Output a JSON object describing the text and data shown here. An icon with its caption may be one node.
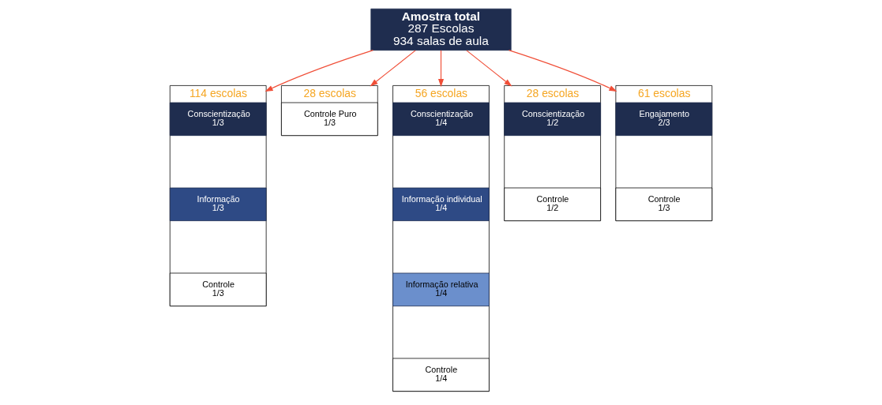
{
  "diagram": {
    "nodes": [
      {
        "text": [
          "Amostra total",
          "287 Escolas",
          "934 salas de aula"
        ]
      },
      {
        "text": [
          "114 escolas"
        ]
      },
      {
        "text": [
          "Conscientização",
          "1/3"
        ],
        "in": 1
      },
      {
        "text": [
          "Informação",
          "1/3"
        ],
        "in": 1
      },
      {
        "text": [
          "Controle",
          "1/3"
        ],
        "in": 1
      },
      {
        "text": [
          "28 escolas"
        ]
      },
      {
        "text": [
          "Controle Puro",
          "1/3"
        ],
        "in": 5
      },
      {
        "text": [
          "56 escolas"
        ]
      },
      {
        "text": [
          "Conscientização",
          "1/4"
        ],
        "in": 7
      },
      {
        "text": [
          "Informação individual",
          "1/4"
        ],
        "in": 7
      },
      {
        "text": [
          "Informação relativa",
          "1/4"
        ],
        "in": 7
      },
      {
        "text": [
          "Controle",
          "1/4"
        ],
        "in": 7
      },
      {
        "text": [
          "28 escolas"
        ]
      },
      {
        "text": [
          "Conscientização",
          "1/2"
        ],
        "in": 12
      },
      {
        "text": [
          "Controle",
          "1/2"
        ],
        "in": 12
      },
      {
        "text": [
          "61 escolas"
        ]
      },
      {
        "text": [
          "Engajamento",
          "2/3"
        ],
        "in": 15
      },
      {
        "text": [
          "Controle",
          "1/3"
        ],
        "in": 15
      }
    ],
    "edges": [
      {
        "from": 0,
        "to": 1,
        "arrow": "to"
      },
      {
        "from": 0,
        "to": 5,
        "arrow": "to"
      },
      {
        "from": 0,
        "to": 7,
        "arrow": "to"
      },
      {
        "from": 0,
        "to": 12,
        "arrow": "to"
      },
      {
        "from": 0,
        "to": 15,
        "arrow": "to"
      }
    ]
  }
}
